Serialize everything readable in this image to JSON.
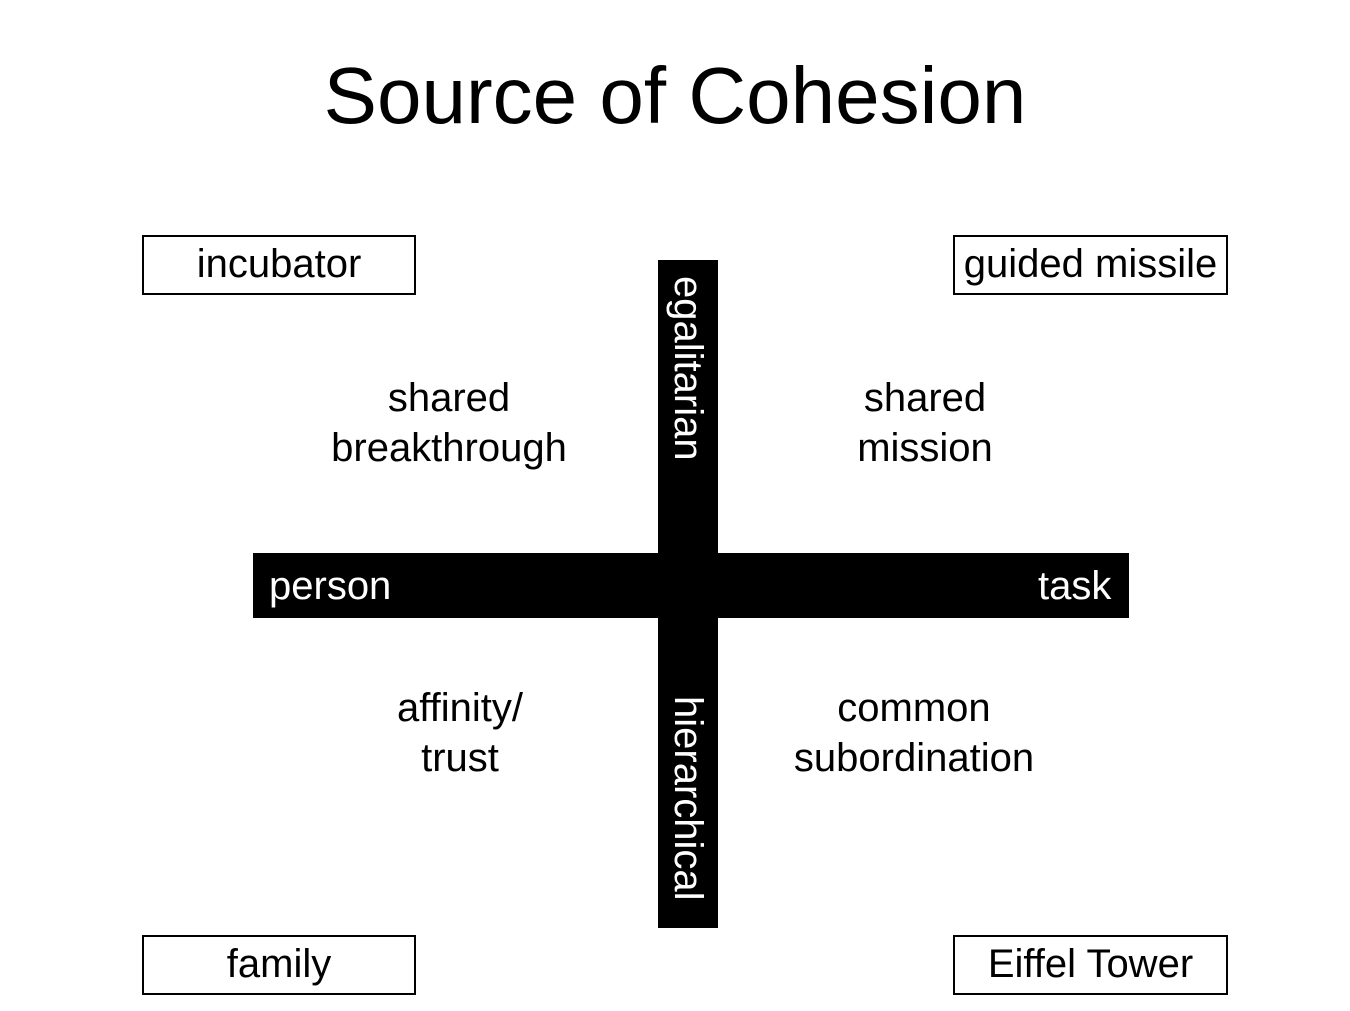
{
  "title": "Source of Cohesion",
  "corners": {
    "top_left": "incubator",
    "top_right": "guided missile",
    "bottom_left": "family",
    "bottom_right": "Eiffel Tower"
  },
  "quadrants": {
    "top_left": [
      "shared",
      "breakthrough"
    ],
    "top_right": [
      "shared",
      "mission"
    ],
    "bottom_left": [
      "affinity/",
      "trust"
    ],
    "bottom_right": [
      "common",
      "subordination"
    ]
  },
  "axes": {
    "horizontal": {
      "left": "person",
      "right": "task"
    },
    "vertical": {
      "top": "egalitarian",
      "bottom": "hierarchical"
    }
  },
  "colors": {
    "bar": "#000000",
    "bar_text": "#ffffff",
    "text": "#000000"
  }
}
